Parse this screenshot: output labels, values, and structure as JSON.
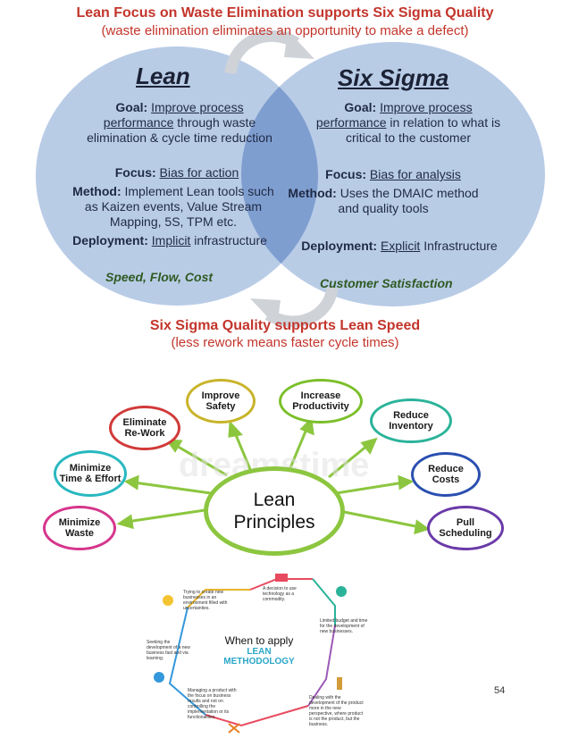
{
  "venn": {
    "top_title": "Lean Focus on Waste Elimination supports Six Sigma Quality",
    "top_subtitle": "(waste elimination eliminates an opportunity to make a defect)",
    "bottom_title": "Six Sigma Quality supports Lean Speed",
    "bottom_subtitle": "(less rework means faster cycle times)",
    "lean": {
      "heading": "Lean",
      "goal_label": "Goal:",
      "goal_link": "Improve process performance",
      "goal_rest": "through waste elimination & cycle time reduction",
      "focus_label": "Focus:",
      "focus_value": "Bias for action",
      "method_label": "Method:",
      "method_value": "Implement Lean tools such as Kaizen events, Value Stream Mapping, 5S, TPM etc.",
      "deploy_label": "Deployment:",
      "deploy_link": "Implicit",
      "deploy_rest": "infrastructure",
      "tagline": "Speed, Flow, Cost"
    },
    "sigma": {
      "heading": "Six Sigma",
      "goal_label": "Goal:",
      "goal_link": "Improve process performance",
      "goal_rest": "in relation to what is critical to the customer",
      "focus_label": "Focus:",
      "focus_value": "Bias for analysis",
      "method_label": "Method:",
      "method_value": "Uses the DMAIC method and quality tools",
      "deploy_label": "Deployment:",
      "deploy_link": "Explicit",
      "deploy_rest": "Infrastructure",
      "tagline": "Customer Satisfaction"
    },
    "colors": {
      "circle": "#b7cbe6",
      "overlap": "#7f9ed0",
      "title": "#c3352b"
    }
  },
  "principles": {
    "center": {
      "line1": "Lean",
      "line2": "Principles"
    },
    "watermark": "dreamstime",
    "nodes": [
      {
        "label1": "Improve",
        "label2": "Safety",
        "color": "#c8b42a"
      },
      {
        "label1": "Increase",
        "label2": "Productivity",
        "color": "#7bbf2a"
      },
      {
        "label1": "Reduce",
        "label2": "Inventory",
        "color": "#2bb39a"
      },
      {
        "label1": "Reduce",
        "label2": "Costs",
        "color": "#2a4fb0"
      },
      {
        "label1": "Pull",
        "label2": "Scheduling",
        "color": "#6a3aa8"
      },
      {
        "label1": "Eliminate",
        "label2": "Re-Work",
        "color": "#d23a3a"
      },
      {
        "label1": "Minimize",
        "label2": "Time & Effort",
        "color": "#28b8c0"
      },
      {
        "label1": "Minimize",
        "label2": "Waste",
        "color": "#d6358c"
      }
    ]
  },
  "when": {
    "line1": "When to apply",
    "line2": "LEAN",
    "line3": "METHODOLOGY",
    "notes": [
      "Trying to create new businesses in an environment filled with uncertainties.",
      "A decision to use technology as a commodity.",
      "Limited budget and time for the development of new businesses.",
      "Seeking the development of a new business fast and via learning.",
      "Managing a product with the focus on business results and not on controlling the implementation or its functionalities.",
      "Dealing with the development of the product more in the new perspective, where product is not the product, but the business."
    ]
  },
  "page_number": "54"
}
